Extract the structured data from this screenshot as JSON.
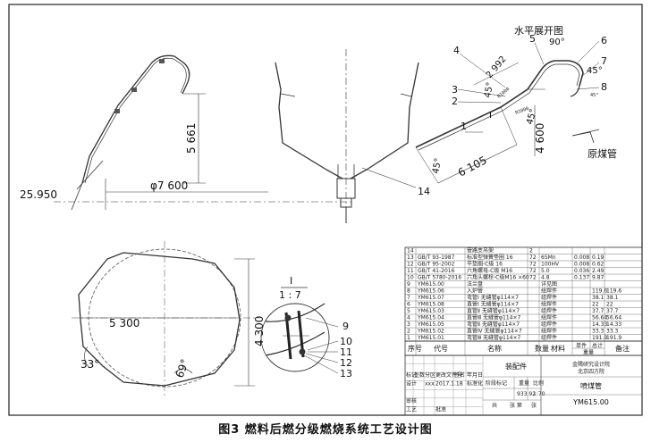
{
  "caption": "图3   燃料后燃分级燃烧系统工艺设计图",
  "dimensions": {
    "height_right": "5 661",
    "diameter": "φ7 600",
    "elevation": "25.950",
    "plan_width": "5 300",
    "plan_height": "4 300",
    "angle_33": "33°",
    "angle_69": "69°",
    "dev_2992": "2 992",
    "dev_6105": "6 105",
    "dev_4600": "4 600",
    "dev_90": "90°",
    "dev_45a": "45°",
    "dev_45b": "45°",
    "dev_45c": "45°",
    "dev_45d": "45°",
    "dev_45e": "45°",
    "dev_r1000a": "R1000",
    "dev_r1000b": "R1000",
    "dev_i": "I"
  },
  "labels": {
    "development_title": "水平展开图",
    "raw_pipe": "原煤管",
    "detail_name": "I",
    "detail_scale": "1 : 7"
  },
  "callouts": [
    "1",
    "2",
    "3",
    "4",
    "5",
    "6",
    "7",
    "8",
    "9",
    "10",
    "11",
    "12",
    "13",
    "14"
  ],
  "title_block": {
    "bom_rows": [
      [
        "14",
        "",
        "管路支吊架",
        "2",
        "",
        "",
        "",
        ""
      ],
      [
        "13",
        "GB/T 93-1987",
        "标准型弹簧垫圈 16",
        "72",
        "65Mn",
        "",
        "0.008",
        "0.19"
      ],
      [
        "12",
        "GB/T 95-2002",
        "平垫圈-C级 16",
        "72",
        "100HV",
        "",
        "0.008",
        "0.62"
      ],
      [
        "11",
        "GB/T 41-2016",
        "六角螺母-C级 M16",
        "72",
        "5.0",
        "",
        "0.036",
        "2.49"
      ],
      [
        "10",
        "GB/T 5780-2016",
        "六角头螺栓-C级M16 ×60",
        "72",
        "4.8",
        "",
        "0.137",
        "9.87"
      ],
      [
        "9",
        "YM615.00",
        "法兰盘",
        "",
        "",
        "详见图",
        "",
        ""
      ],
      [
        "8",
        "YM615.06",
        "入炉管",
        "",
        "",
        "组焊件",
        "",
        "119.6"
      ],
      [
        "7",
        "YM615.07",
        "弯管Ⅰ 无缝管φ114×7",
        "",
        "",
        "组焊件",
        "",
        "38.1"
      ],
      [
        "6",
        "YM615.08",
        "直管Ⅰ 无缝管φ114×7",
        "",
        "",
        "组焊件",
        "",
        "22"
      ],
      [
        "5",
        "YM615.03",
        "直管Ⅱ 无缝管φ114×7",
        "",
        "",
        "组焊件",
        "",
        "37.7"
      ],
      [
        "4",
        "YM615.04",
        "直管Ⅲ 无缝管φ114×7",
        "",
        "",
        "组焊件",
        "",
        "56.64"
      ],
      [
        "3",
        "YM615.05",
        "弯管Ⅱ 无缝管φ114×7",
        "",
        "",
        "组焊件",
        "",
        "14.33"
      ],
      [
        "2",
        "YM615.02",
        "直管Ⅳ 无缝管φ114×7",
        "",
        "",
        "组焊件",
        "",
        "33.3"
      ],
      [
        "1",
        "YM615.01",
        "弯管Ⅲ 无缝管φ114×7",
        "",
        "",
        "组焊件",
        "",
        "191.9"
      ]
    ],
    "bom_last_col": [
      "",
      "",
      "",
      "",
      "",
      "",
      "119.6",
      "38.1",
      "22",
      "37.7",
      "56.64",
      "14.33",
      "33.3",
      "191.9"
    ],
    "header": {
      "seq": "序号",
      "code": "代号",
      "name": "名称",
      "qty": "数量",
      "material": "材料",
      "weight": "重量",
      "single": "单件",
      "total": "总计",
      "note": "备注"
    },
    "assembly": "装配件",
    "company_line1": "金隅研究设计院",
    "company_line2": "北京四方院",
    "drawing_name": "喷煤管",
    "drawing_code": "YM615.00",
    "sign_rows": [
      "标记",
      "处数",
      "分区",
      "更改文件号",
      "签名",
      "年月日"
    ],
    "designer_row": [
      "设计",
      "xxx",
      "2017.1.18",
      "标准化"
    ],
    "review": "审核",
    "process": "工艺",
    "approve": "批准",
    "stage": "阶段标记",
    "weight_label": "重量",
    "scale_label": "比例",
    "weight_val": "933.92",
    "scale_val": "1:70",
    "sheets": "共",
    "sheet_no": "张 第",
    "sheet_unit": "张"
  }
}
